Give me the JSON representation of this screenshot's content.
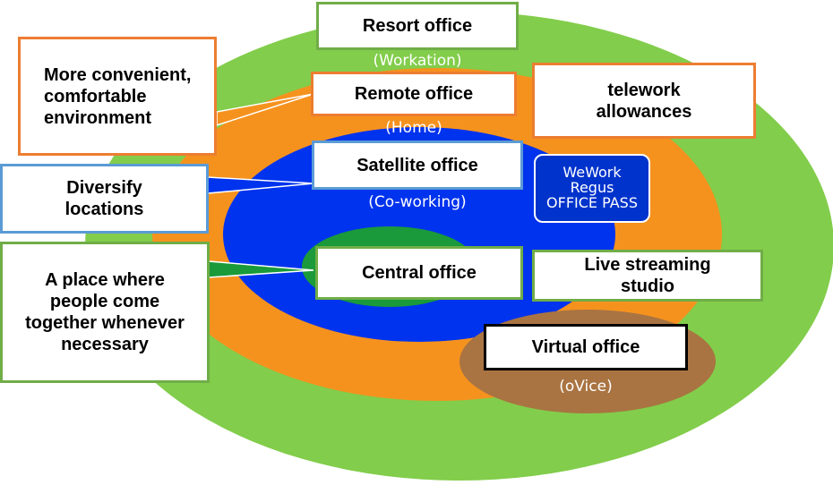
{
  "colors": {
    "outer": "#82cd4b",
    "home": "#f5921e",
    "coworking": "#0033ee",
    "central": "#1a9a3a",
    "virtual": "#a97442",
    "green_border": "#70ad47",
    "orange_border": "#ed7d31",
    "blue_border": "#5b9bd5"
  },
  "rings": {
    "resort": {
      "label": "Resort office",
      "sub": "(Workation)"
    },
    "remote": {
      "label": "Remote office",
      "sub": "(Home)"
    },
    "satellite": {
      "label": "Satellite office",
      "sub": "(Co-working)"
    },
    "central": {
      "label": "Central office"
    },
    "virtual": {
      "label": "Virtual office",
      "sub": "(oVice)"
    }
  },
  "callouts": {
    "comfort": "More convenient, comfortable environment",
    "diversify": "Diversify locations",
    "gather": "A place where people come together whenever necessary",
    "allowances": "telework allowances",
    "streaming": "Live streaming studio"
  },
  "office_pass": [
    "WeWork",
    "Regus",
    "OFFICE PASS"
  ]
}
